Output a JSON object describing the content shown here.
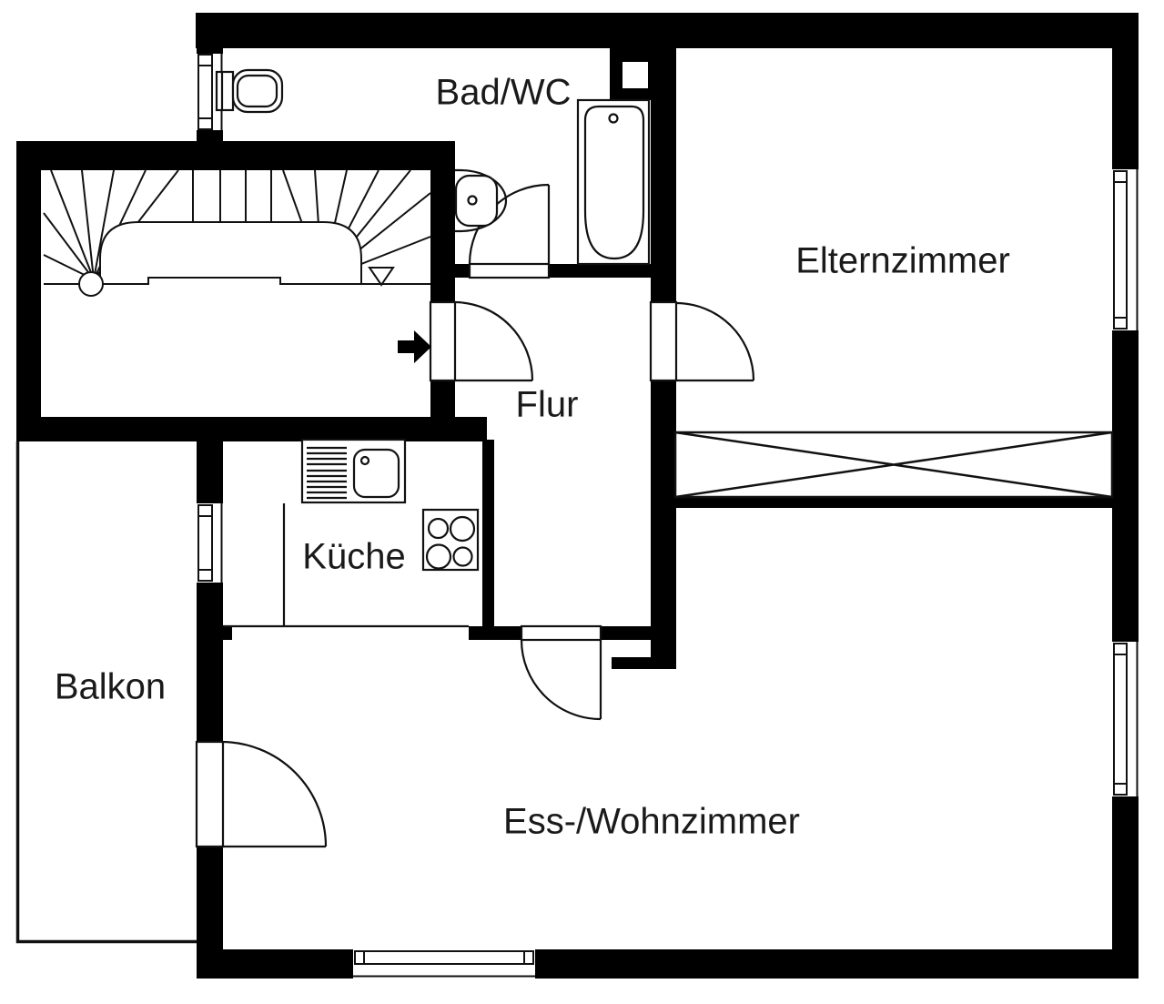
{
  "plan": {
    "background": "#ffffff",
    "wall_color": "#000000",
    "line_color": "#111111",
    "text_color": "#1a1a1a"
  },
  "rooms": {
    "bathroom": {
      "label": "Bad/WC"
    },
    "parents_room": {
      "label": "Elternzimmer"
    },
    "hallway": {
      "label": "Flur"
    },
    "kitchen": {
      "label": "Küche"
    },
    "balcony": {
      "label": "Balkon"
    },
    "living_dining": {
      "label": "Ess-/Wohnzimmer"
    }
  },
  "symbols": [
    "staircase",
    "entrance-arrow",
    "door-swing",
    "window",
    "toilet",
    "washbasin",
    "bathtub",
    "kitchen-sink",
    "drainboard",
    "stove",
    "shaft-crossed-box",
    "balcony-railing"
  ]
}
